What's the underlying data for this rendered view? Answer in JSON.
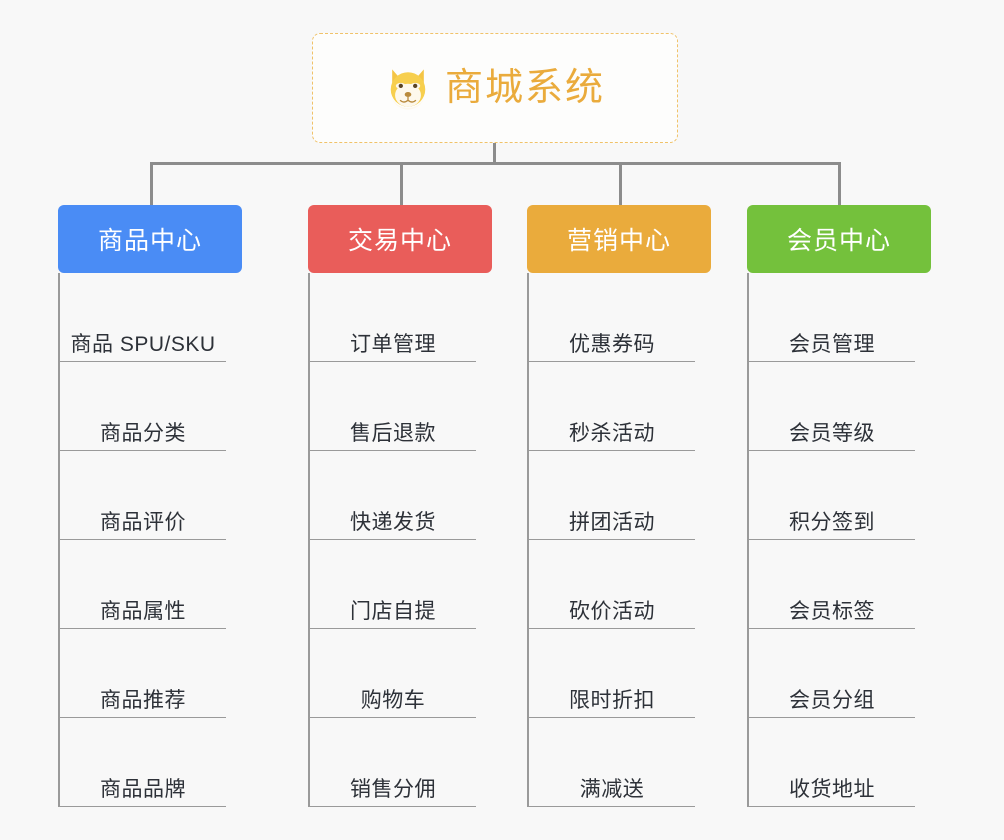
{
  "page": {
    "background": "#f8f8f8",
    "connector_color": "#8c8c8c"
  },
  "root": {
    "title": "商城系统",
    "icon": "dog-face-icon",
    "text_color": "#eaab3c",
    "border_color": "#f0c269",
    "background": "#fdfdfc"
  },
  "branches": [
    {
      "label": "商品中心",
      "color": "#4a8cf5",
      "items": [
        {
          "label": "商品 SPU/SKU"
        },
        {
          "label": "商品分类"
        },
        {
          "label": "商品评价"
        },
        {
          "label": "商品属性"
        },
        {
          "label": "商品推荐"
        },
        {
          "label": "商品品牌"
        }
      ]
    },
    {
      "label": "交易中心",
      "color": "#e95d5a",
      "items": [
        {
          "label": "订单管理"
        },
        {
          "label": "售后退款"
        },
        {
          "label": "快递发货"
        },
        {
          "label": "门店自提"
        },
        {
          "label": "购物车"
        },
        {
          "label": "销售分佣"
        }
      ]
    },
    {
      "label": "营销中心",
      "color": "#eaab3c",
      "items": [
        {
          "label": "优惠券码"
        },
        {
          "label": "秒杀活动"
        },
        {
          "label": "拼团活动"
        },
        {
          "label": "砍价活动"
        },
        {
          "label": "限时折扣"
        },
        {
          "label": "满减送"
        }
      ]
    },
    {
      "label": "会员中心",
      "color": "#74c13c",
      "items": [
        {
          "label": "会员管理"
        },
        {
          "label": "会员等级"
        },
        {
          "label": "积分签到"
        },
        {
          "label": "会员标签"
        },
        {
          "label": "会员分组"
        },
        {
          "label": "收货地址"
        }
      ]
    }
  ]
}
